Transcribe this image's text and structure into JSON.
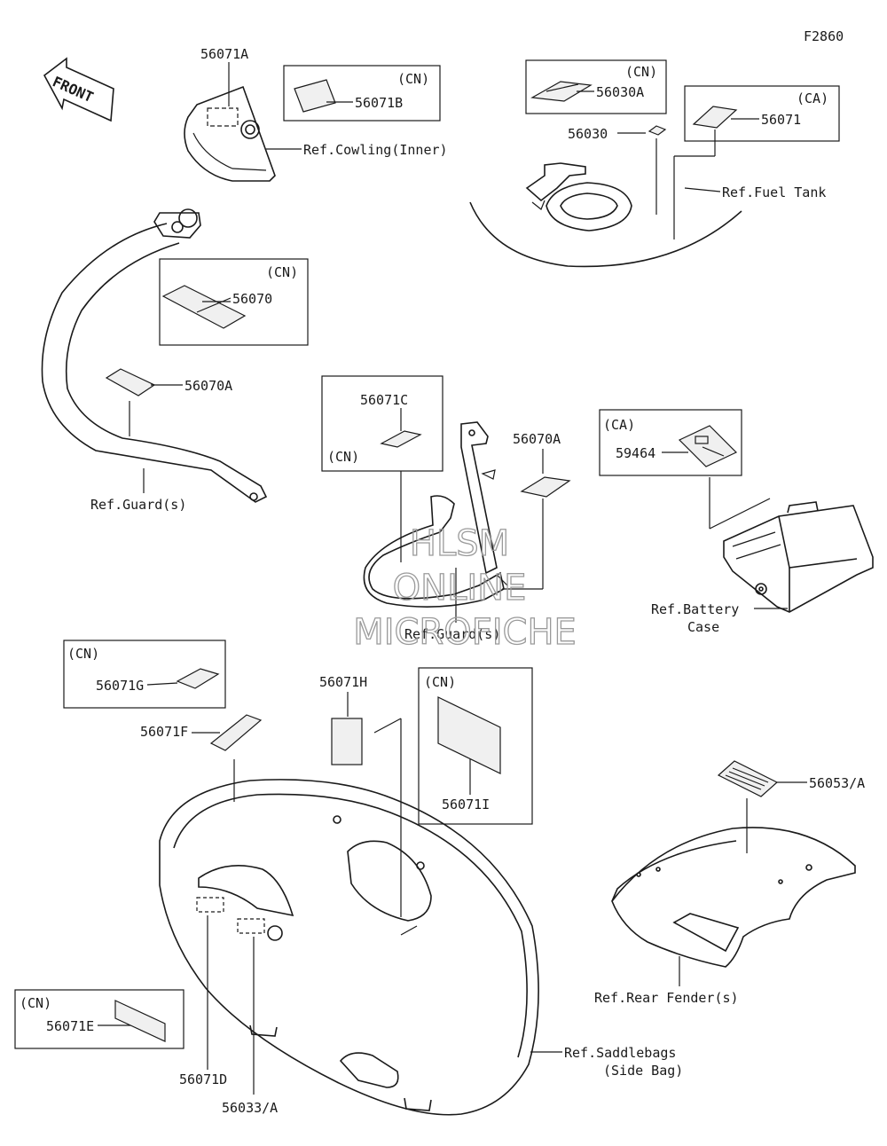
{
  "figure_code": "F2860",
  "front_label": "FRONT",
  "watermark": [
    "HLSM",
    "ONLINE",
    "MICROFICHE"
  ],
  "refs": {
    "cowling": "Ref.Cowling(Inner)",
    "fuel_tank": "Ref.Fuel Tank",
    "guard_left": "Ref.Guard(s)",
    "guard_center": "Ref.Guard(s)",
    "battery_line1": "Ref.Battery",
    "battery_line2": "Case",
    "rear_fender": "Ref.Rear Fender(s)",
    "saddlebags_line1": "Ref.Saddlebags",
    "saddlebags_line2": "(Side Bag)"
  },
  "regions": {
    "cn": "(CN)",
    "ca": "(CA)"
  },
  "parts": {
    "p56071A": "56071A",
    "p56071B": "56071B",
    "p56030A": "56030A",
    "p56030": "56030",
    "p56071": "56071",
    "p56070": "56070",
    "p56070A_left": "56070A",
    "p56071C": "56071C",
    "p56070A_center": "56070A",
    "p59464": "59464",
    "p56071G": "56071G",
    "p56071F": "56071F",
    "p56071H": "56071H",
    "p56071I": "56071I",
    "p56053A": "56053/A",
    "p56071E": "56071E",
    "p56071D": "56071D",
    "p56033A": "56033/A"
  }
}
